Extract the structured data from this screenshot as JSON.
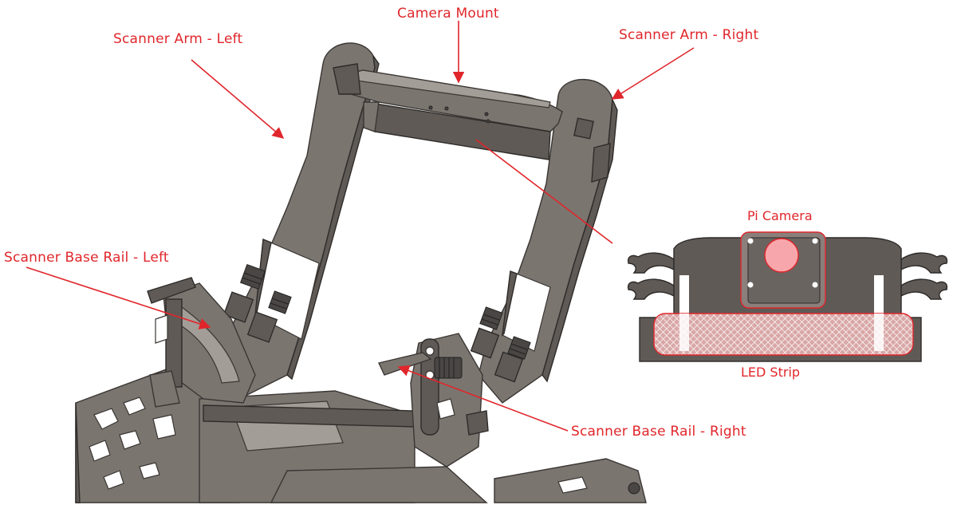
{
  "labels": {
    "camera_mount": "Camera Mount",
    "arm_left": "Scanner Arm - Left",
    "arm_right": "Scanner Arm - Right",
    "base_rail_left": "Scanner Base Rail - Left",
    "base_rail_right": "Scanner Base Rail - Right",
    "pi_camera": "Pi Camera",
    "led_strip": "LED Strip"
  },
  "colors": {
    "annotation": "#e0262b",
    "part_body": "#7b7570",
    "part_outline": "#3a3633"
  }
}
